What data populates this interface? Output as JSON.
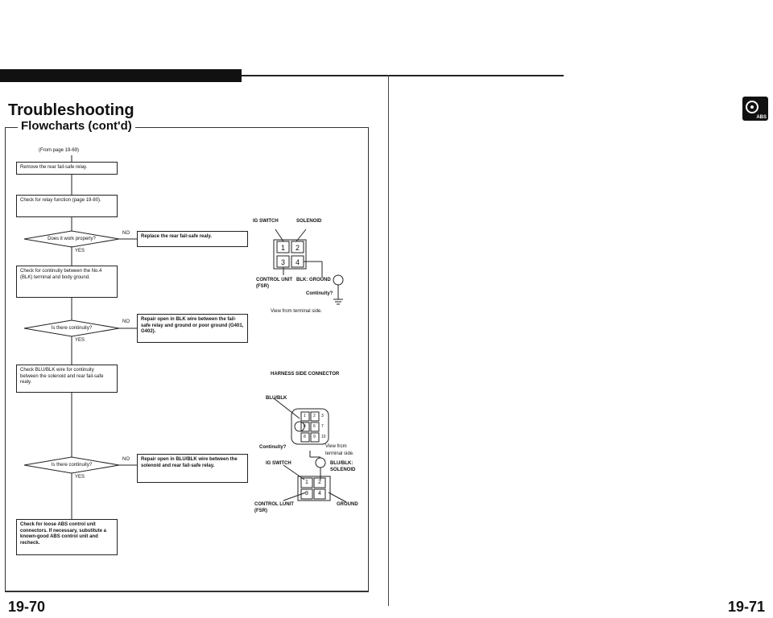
{
  "header": {
    "title": "Troubleshooting",
    "subtitle": "Flowcharts (cont'd)"
  },
  "flowchart": {
    "from_page": "(From page 19-69)",
    "step_remove_relay": "Remove the rear fail-safe relay.",
    "step_check_relay": "Check for relay function (page 19-80).",
    "decision_work_properly": "Does it work properly?",
    "action_replace_relay": "Replace the rear fail-safe realy.",
    "step_check_continuity_no4": "Check for continuity between the No.4 (BLK) terminal and body ground.",
    "decision_continuity_1": "Is there continuity?",
    "action_repair_blk": "Repair open in BLK wire between the fail-safe relay and ground or poor ground (G401, G402).",
    "step_check_blu_blk": "Check BLU/BLK wire for continuity between the solenoid and rear fail-safe realy.",
    "decision_continuity_2": "Is there continuity?",
    "action_repair_blu_blk": "Repair open in BLU/BLK wire between the solenoid and rear fail-safe relay.",
    "step_check_connectors": "Check for loose ABS control unit connectors. If necessary, substitute a known-good ABS control unit and recheck.",
    "yes_label": "YES",
    "no_label": "NO"
  },
  "diagram1": {
    "ig_switch": "IG SWITCH",
    "solenoid": "SOLENOID",
    "term1": "1",
    "term2": "2",
    "term3": "3",
    "term4": "4",
    "control_unit": "CONTROL UNIT",
    "fsr": "(FSR)",
    "blk_ground": "BLK: GROUND",
    "continuity": "Continuity?",
    "view_note": "View from terminal side."
  },
  "diagram2": {
    "heading": "HARNESS SIDE CONNECTOR",
    "blu_blk": "BLU/BLK",
    "pins": [
      "1",
      "2",
      "3",
      "4",
      "6",
      "7",
      "8",
      "9",
      "10"
    ],
    "continuity": "Continuity?",
    "view_from": "View from",
    "terminal_side": "terminal side."
  },
  "diagram3": {
    "ig_switch": "IG SWITCH",
    "blu_blk": "BLU/BLK:",
    "solenoid": "SOLENOID",
    "control_unit": "CONTROL LUNIT",
    "fsr": "(FSR)",
    "ground": "GROUND",
    "term1": "1",
    "term2": "2",
    "term3": "3",
    "term4": "4"
  },
  "footer": {
    "page_left": "19-70",
    "page_right": "19-71"
  },
  "badge": {
    "abs_label": "ABS"
  }
}
